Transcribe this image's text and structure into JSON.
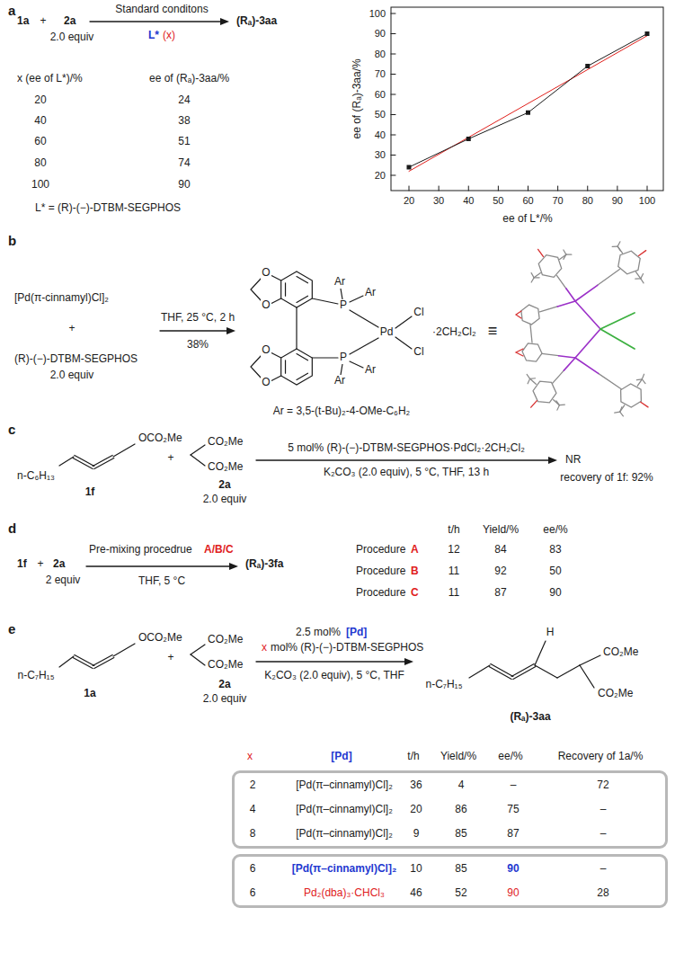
{
  "diagram": {
    "nodes": [
      {
        "text": [
          "2",
          "[Pd(π–cinnamyl)Cl]₂",
          "36",
          "4",
          "–",
          "72",
          "4",
          "[Pd(π–cinnamyl)Cl]₂",
          "20",
          "86",
          "75",
          "–",
          "8",
          "[Pd(π–cinnamyl)Cl]₂",
          "9",
          "85",
          "87",
          "–"
        ]
      },
      {
        "text": [
          "6",
          "[Pd(π–cinnamyl)Cl]₂",
          "10",
          "85",
          "90",
          "–",
          "6",
          "Pd₂(dba)₃·CHCl₃",
          "46",
          "52",
          "90",
          "28"
        ]
      }
    ],
    "labels": [
      "a",
      "1a",
      "+",
      "2a",
      "2.0 equiv",
      "Standard conditons",
      "L*",
      "(x)",
      "(Rₐ)-3aa",
      "x (ee of L*)/%",
      "ee of (Rₐ)-3aa/%",
      "20",
      "24",
      "40",
      "38",
      "60",
      "51",
      "80",
      "74",
      "100",
      "90",
      "L* = (R)-(−)-DTBM-SEGPHOS",
      "20",
      "30",
      "40",
      "50",
      "60",
      "70",
      "80",
      "90",
      "100",
      "20",
      "30",
      "40",
      "50",
      "60",
      "70",
      "80",
      "90",
      "100",
      "ee of (Rₐ)-3aa/%",
      "ee of L*/%",
      "b",
      "[Pd(π-cinnamyl)Cl]₂",
      "+",
      "(R)-(−)-DTBM-SEGPHOS",
      "2.0 equiv",
      "THF, 25 °C, 2 h",
      "38%",
      "O",
      "O",
      "O",
      "O",
      "P",
      "Ar",
      "Ar",
      "P",
      "Ar",
      "Ar",
      "Pd",
      "Cl",
      "Cl",
      "·2CH₂Cl₂",
      "Ar = 3,5-(t-Bu)₂-4-OMe-C₆H₂",
      "≡",
      "c",
      "n-C₆H₁₃",
      "OCO₂Me",
      "1f",
      "+",
      "CO₂Me",
      "CO₂Me",
      "2a",
      "2.0 equiv",
      "5 mol% (R)-(−)-DTBM-SEGPHOS·PdCl₂·2CH₂Cl₂",
      "K₂CO₃ (2.0 equiv), 5 °C, THF, 13 h",
      "NR",
      "recovery of 1f: 92%",
      "d",
      "1f",
      "+",
      "2a",
      "2 equiv",
      "Pre-mixing procedrue",
      "A/B/C",
      "THF, 5 °C",
      "(Rₐ)-3fa",
      "t/h",
      "Yield/%",
      "ee/%",
      "Procedure",
      "A",
      "12",
      "84",
      "83",
      "Procedure",
      "B",
      "11",
      "92",
      "50",
      "Procedure",
      "C",
      "11",
      "87",
      "90",
      "e",
      "n-C₇H₁₅",
      "OCO₂Me",
      "1a",
      "+",
      "CO₂Me",
      "CO₂Me",
      "2a",
      "2.0 equiv",
      "2.5 mol%",
      "[Pd]",
      "x",
      "mol% (R)-(−)-DTBM-SEGPHOS",
      "K₂CO₃ (2.0 equiv), 5 °C, THF",
      "n-C₇H₁₅",
      "H",
      "CO₂Me",
      "CO₂Me",
      "(Rₐ)-3aa",
      "x",
      "[Pd]",
      "t/h",
      "Yield/%",
      "ee/%",
      "Recovery of 1a/%"
    ]
  }
}
